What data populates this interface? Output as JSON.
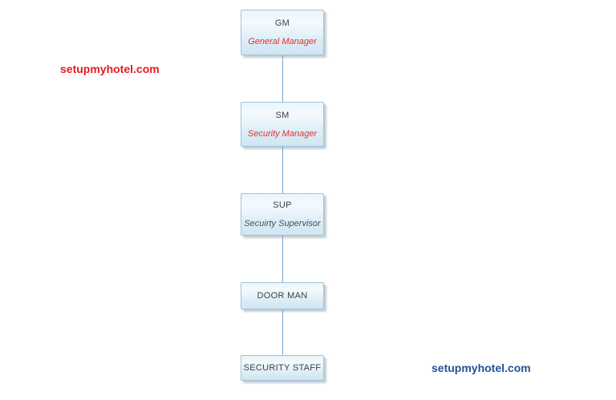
{
  "page": {
    "background": "#ffffff"
  },
  "watermarks": {
    "top_left": {
      "text": "setupmyhotel.com",
      "color": "#e8191f"
    },
    "bottom_right": {
      "text": "setupmyhotel.com",
      "color": "#1f5296"
    }
  },
  "chart": {
    "type": "org-chart",
    "description": "Vertical single-line hierarchy of hotel security department",
    "connector_color": "#74a9d8",
    "node_border_color": "#9ec4d8",
    "node_fill_top": "#eaf5fb",
    "node_fill_bottom": "#cfe6f2",
    "nodes": [
      {
        "code": "GM",
        "title": "General Manager",
        "code_color": "#3c4149",
        "title_color": "#e8302f",
        "reports_to": null
      },
      {
        "code": "SM",
        "title": "Security Manager",
        "code_color": "#3c4149",
        "title_color": "#e8302f",
        "reports_to": "GM"
      },
      {
        "code": "SUP",
        "title": "Secuirty Supervisor",
        "code_color": "#3c4149",
        "title_color": "#4a4f57",
        "reports_to": "SM"
      },
      {
        "code": "DOOR MAN",
        "title": "",
        "code_color": "#3c4149",
        "reports_to": "SUP"
      },
      {
        "code": "SECURITY STAFF",
        "title": "",
        "code_color": "#3c4149",
        "reports_to": "DOOR MAN"
      }
    ]
  }
}
